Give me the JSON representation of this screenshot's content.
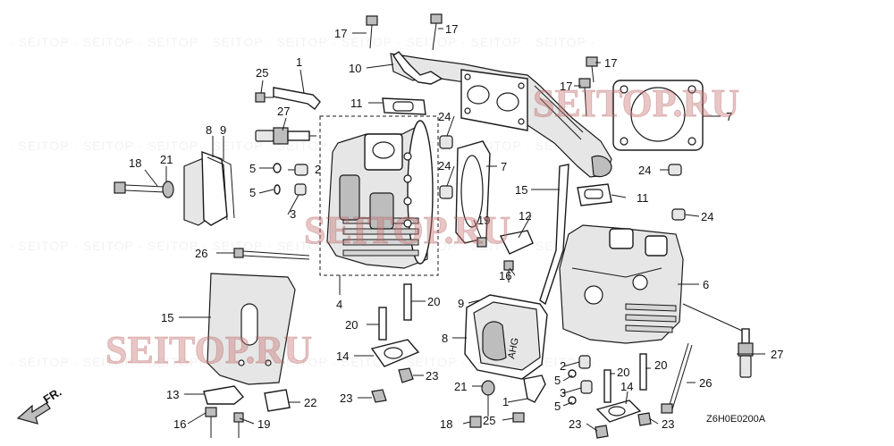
{
  "diagram": {
    "drawing_code": "Z6H0E0200A",
    "front_indicator": "FR.",
    "watermarks": [
      "SEITOP.RU",
      "SEITOP.RU",
      "SEITOP.RU"
    ],
    "callouts": {
      "c1": "1",
      "c1b": "1",
      "c2": "2",
      "c2b": "2",
      "c3": "3",
      "c3b": "3",
      "c4": "4",
      "c5a": "5",
      "c5b": "5",
      "c5c": "5",
      "c5d": "5",
      "c6": "6",
      "c7a": "7",
      "c7b": "7",
      "c8a": "8",
      "c8b": "8",
      "c9a": "9",
      "c9b": "9",
      "c10": "10",
      "c11a": "11",
      "c11b": "11",
      "c12": "12",
      "c13": "13",
      "c14a": "14",
      "c14b": "14",
      "c15a": "15",
      "c15b": "15",
      "c16a": "16",
      "c16b": "16",
      "c17a": "17",
      "c17b": "17",
      "c17c": "17",
      "c17d": "17",
      "c18a": "18",
      "c18b": "18",
      "c19a": "19",
      "c19b": "19",
      "c20a": "20",
      "c20b": "20",
      "c20c": "20",
      "c20d": "20",
      "c21a": "21",
      "c21b": "21",
      "c22": "22",
      "c23a": "23",
      "c23b": "23",
      "c23c": "23",
      "c23d": "23",
      "c24a": "24",
      "c24b": "24",
      "c24c": "24",
      "c24d": "24",
      "c25a": "25",
      "c25b": "25",
      "c26a": "26",
      "c26b": "26",
      "c27a": "27",
      "c27b": "27"
    }
  }
}
